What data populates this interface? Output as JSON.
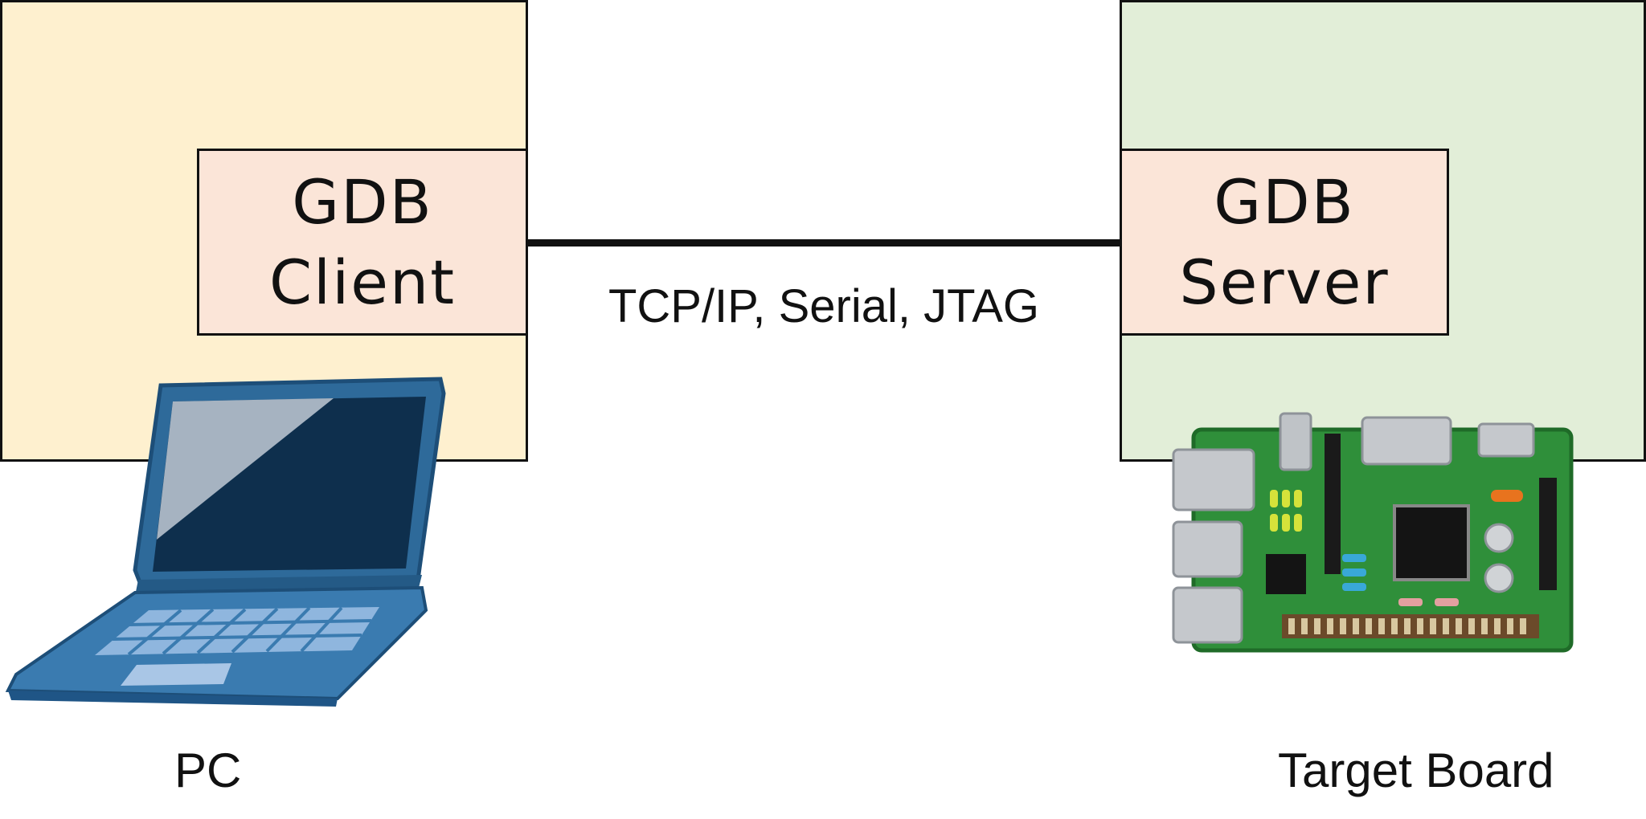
{
  "pc": {
    "client_line1": "GDB",
    "client_line2": "Client",
    "caption": "PC",
    "panel_color": "#fef0cf"
  },
  "board": {
    "server_line1": "GDB",
    "server_line2": "Server",
    "caption": "Target Board",
    "panel_color": "#e2eed8"
  },
  "connection": {
    "label": "TCP/IP, Serial, JTAG"
  },
  "colors": {
    "gdb_box": "#fbe5d8",
    "outline": "#111111",
    "laptop_body": "#2e6a9a",
    "pcb_green": "#2f8f3a"
  },
  "icons": [
    "laptop-icon",
    "circuit-board-icon"
  ]
}
